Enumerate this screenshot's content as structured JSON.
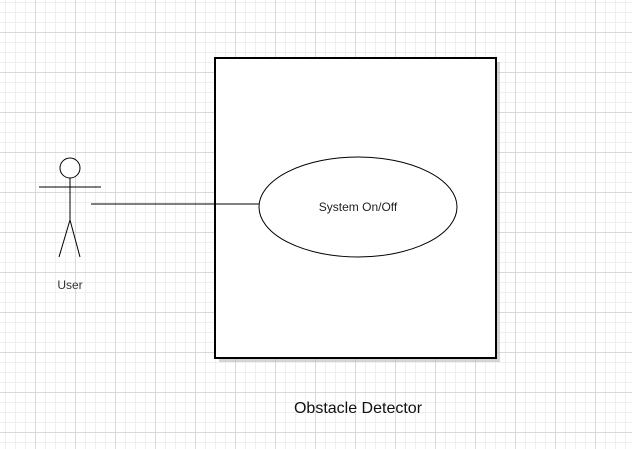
{
  "diagram": {
    "type": "use-case",
    "actor": {
      "label": "User"
    },
    "use_case": {
      "label": "System On/Off"
    },
    "system_boundary": {
      "title": "Obstacle Detector"
    },
    "colors": {
      "stroke": "#000000",
      "shadow": "#b3b3b3",
      "fill": "#ffffff"
    }
  }
}
